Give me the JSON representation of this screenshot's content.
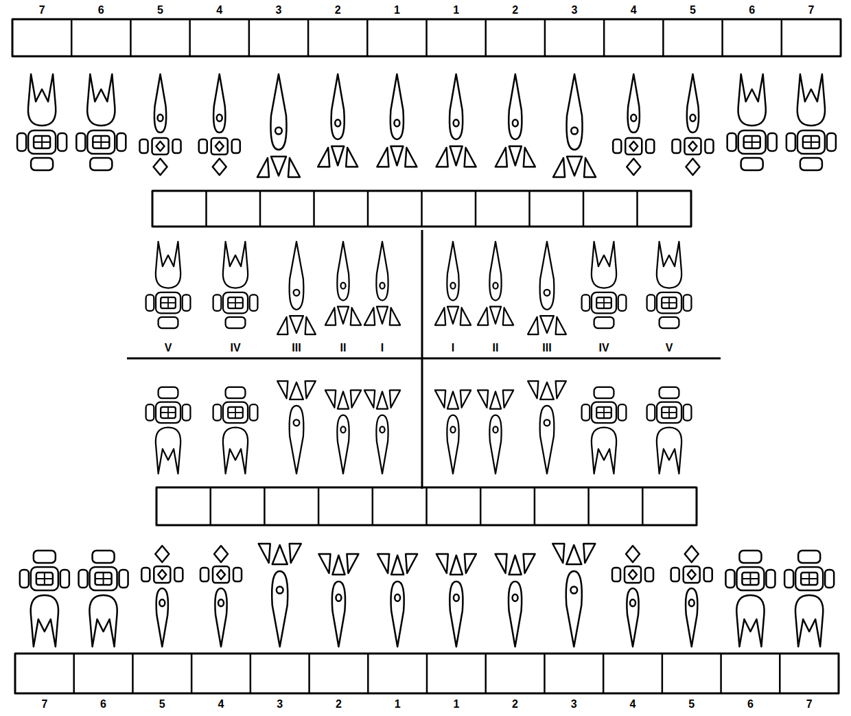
{
  "diagram": {
    "labels": [
      "7",
      "6",
      "5",
      "4",
      "3",
      "2",
      "1",
      "1",
      "2",
      "3",
      "4",
      "5",
      "6",
      "7",
      "V",
      "IV",
      "III",
      "II",
      "I",
      "I",
      "II",
      "III",
      "IV",
      "V",
      "7",
      "6",
      "5",
      "4",
      "3",
      "2",
      "1",
      "1",
      "2",
      "3",
      "4",
      "5",
      "6",
      "7"
    ]
  }
}
